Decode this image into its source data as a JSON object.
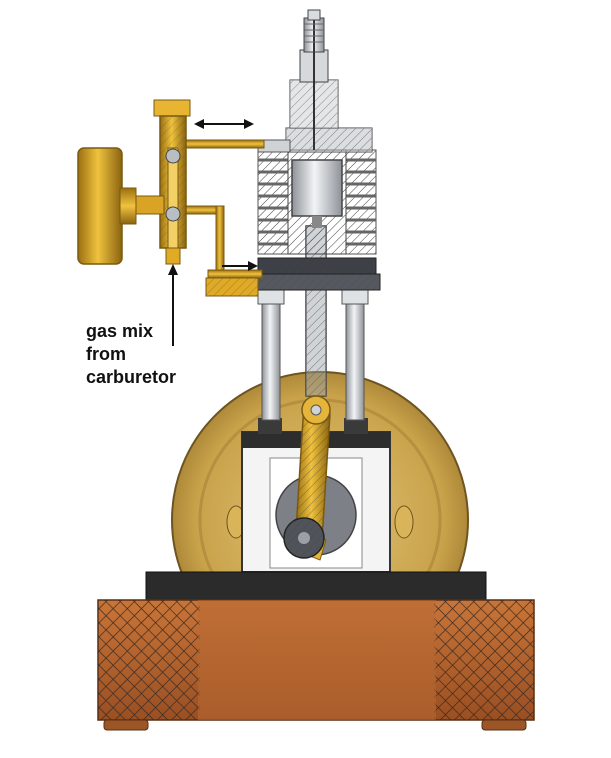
{
  "annotation": {
    "lines": [
      "gas mix",
      "from",
      "carburetor"
    ]
  },
  "colors": {
    "brass": "#d8a72a",
    "brass_dark": "#8a6410",
    "flywheel": "#c9a24a",
    "steel": "#c9cdd2",
    "steel_dark": "#6e7277",
    "base_wood": "#b5642f",
    "base_top": "#2b2b2b",
    "crosshatch": "#3a2a22"
  },
  "icons": [
    "double-arrow-icon",
    "flow-arrow-icon",
    "label-arrow-icon"
  ]
}
